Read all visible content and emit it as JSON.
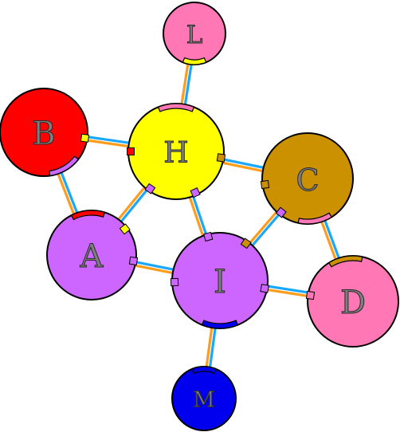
{
  "nodes": [
    {
      "id": "L",
      "label": "L",
      "color": "#ff77b4"
    },
    {
      "id": "B",
      "label": "B",
      "color": "#ff0000"
    },
    {
      "id": "H",
      "label": "H",
      "color": "#ffff00"
    },
    {
      "id": "C",
      "label": "C",
      "color": "#cc9100"
    },
    {
      "id": "A",
      "label": "A",
      "color": "#cc66ff"
    },
    {
      "id": "I",
      "label": "I",
      "color": "#cc66ff"
    },
    {
      "id": "D",
      "label": "D",
      "color": "#ff77b4"
    },
    {
      "id": "M",
      "label": "M",
      "color": "#0000ee"
    }
  ],
  "edges": [
    {
      "from": "L",
      "to": "H"
    },
    {
      "from": "B",
      "to": "H"
    },
    {
      "from": "B",
      "to": "A"
    },
    {
      "from": "H",
      "to": "A"
    },
    {
      "from": "H",
      "to": "I"
    },
    {
      "from": "H",
      "to": "C"
    },
    {
      "from": "A",
      "to": "I"
    },
    {
      "from": "C",
      "to": "I"
    },
    {
      "from": "C",
      "to": "D"
    },
    {
      "from": "I",
      "to": "D"
    },
    {
      "from": "I",
      "to": "M"
    }
  ],
  "edge_colors": [
    "#ff9c1a",
    "#1aa7ff"
  ]
}
